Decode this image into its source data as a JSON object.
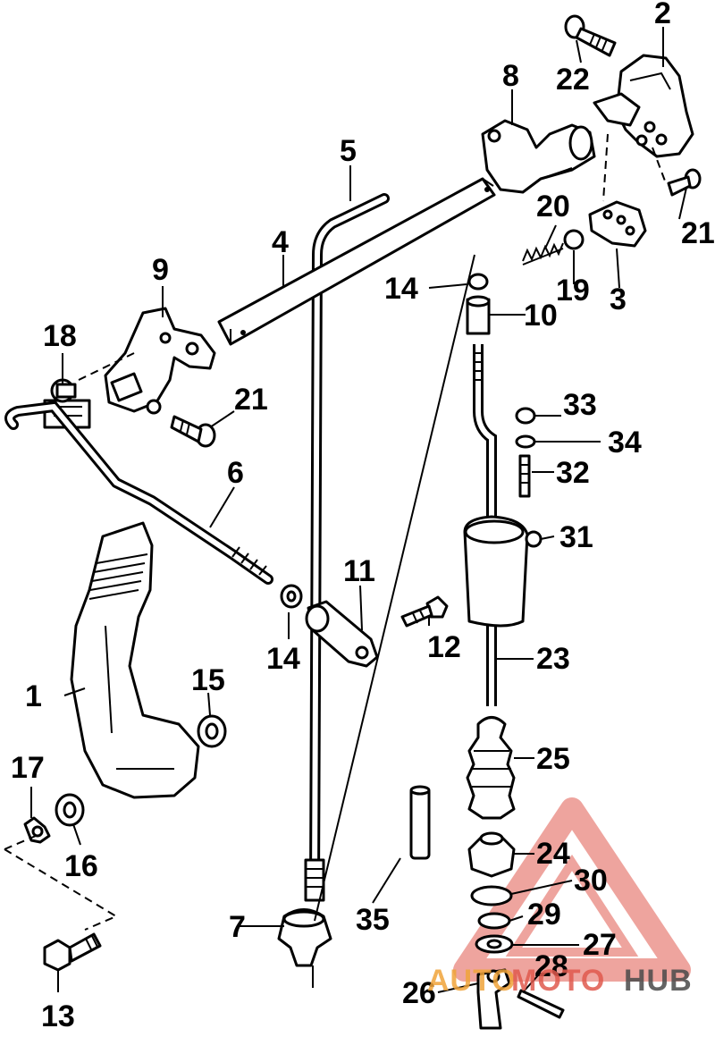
{
  "labels": {
    "p1": "1",
    "p2": "2",
    "p3": "3",
    "p4": "4",
    "p5": "5",
    "p6": "6",
    "p7": "7",
    "p8": "8",
    "p9": "9",
    "p10": "10",
    "p11": "11",
    "p12": "12",
    "p13": "13",
    "p14a": "14",
    "p14b": "14",
    "p15": "15",
    "p16": "16",
    "p17": "17",
    "p18": "18",
    "p19": "19",
    "p20": "20",
    "p21a": "21",
    "p21b": "21",
    "p22": "22",
    "p23": "23",
    "p24": "24",
    "p25": "25",
    "p26": "26",
    "p27": "27",
    "p28": "28",
    "p29": "29",
    "p30": "30",
    "p31": "31",
    "p32": "32",
    "p33": "33",
    "p34": "34",
    "p35": "35"
  },
  "watermark": {
    "part1": "AUTO",
    "part2": "MOTO",
    "part3": "HUB",
    "color_red": "#e05a4e",
    "color_orange": "#f0a43a",
    "color_gray": "#4a4a4a"
  }
}
